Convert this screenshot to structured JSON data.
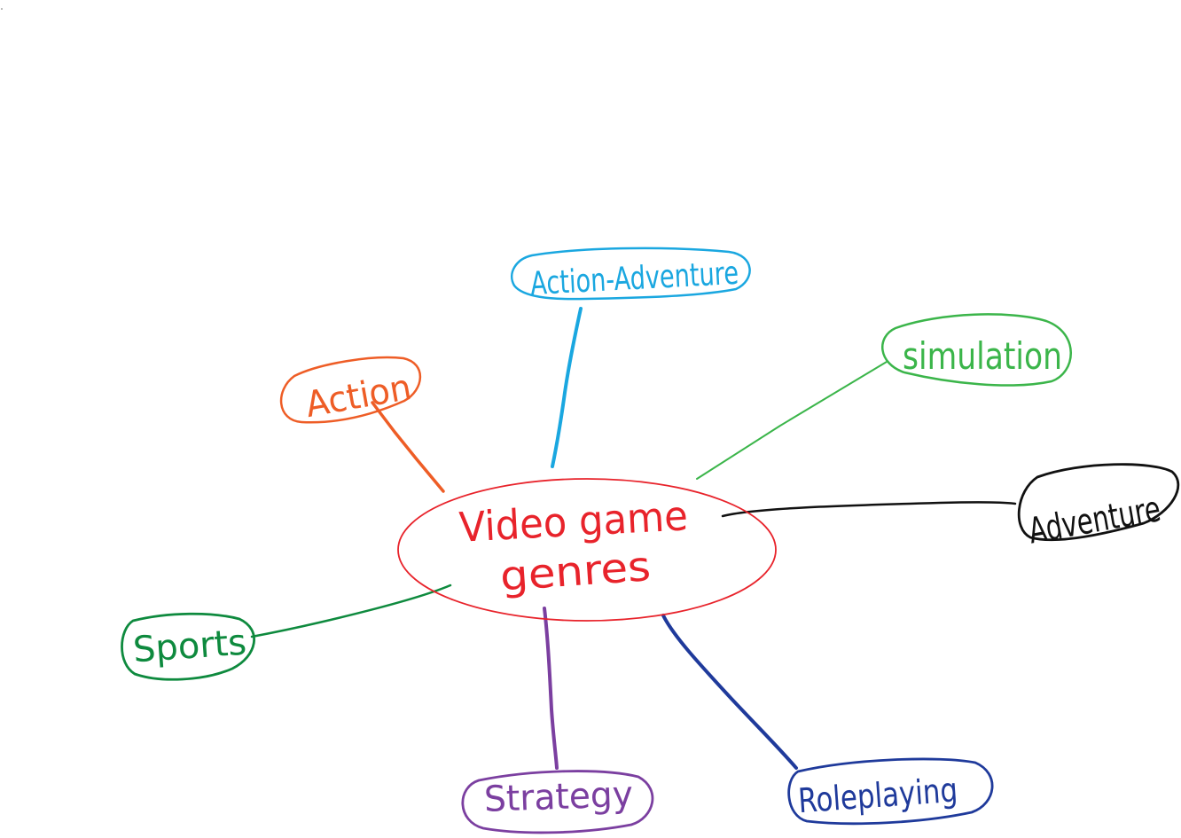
{
  "diagram": {
    "center": {
      "line1": "Video game",
      "line2": "genres",
      "color": "#e8232b"
    },
    "nodes": [
      {
        "id": "action-adventure",
        "label": "Action-Adventure",
        "color": "#1aa7e0"
      },
      {
        "id": "action",
        "label": "Action",
        "color": "#ee5d26"
      },
      {
        "id": "simulation",
        "label": "simulation",
        "color": "#3bb54a"
      },
      {
        "id": "adventure",
        "label": "Adventure",
        "color": "#111111"
      },
      {
        "id": "sports",
        "label": "Sports",
        "color": "#0e8a3e"
      },
      {
        "id": "strategy",
        "label": "Strategy",
        "color": "#7b3fa0"
      },
      {
        "id": "roleplaying",
        "label": "Roleplaying",
        "color": "#1f3a9b"
      }
    ]
  }
}
